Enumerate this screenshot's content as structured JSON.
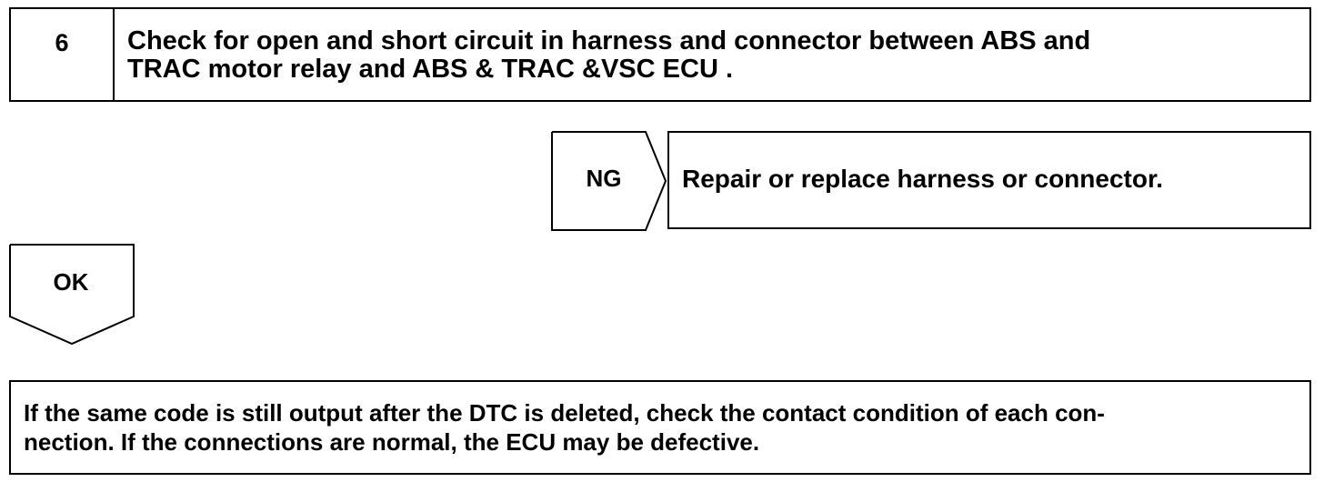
{
  "step": {
    "number": "6",
    "title_line1": "Check for open and short circuit in harness and connector between ABS and",
    "title_line2": "TRAC motor relay and ABS & TRAC &VSC ECU ."
  },
  "ng_branch": {
    "label": "NG",
    "result": "Repair or replace harness or connector."
  },
  "ok_branch": {
    "label": "OK"
  },
  "final": {
    "line1": "If the same code is still output after the DTC is deleted, check the contact condition of each con-",
    "line2": "nection. If the connections are normal, the ECU may be defective."
  }
}
